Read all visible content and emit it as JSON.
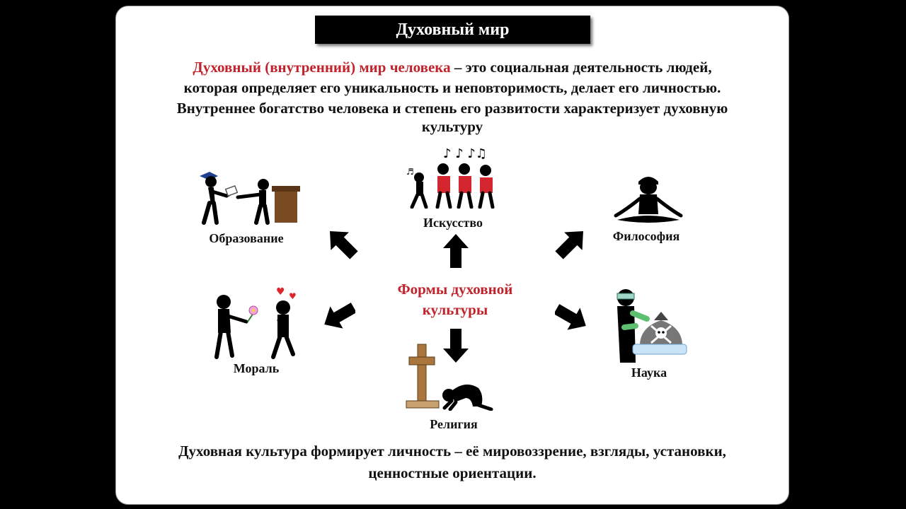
{
  "title": "Духовный мир",
  "intro": {
    "term": "Духовный (внутренний) мир человека",
    "line1_rest": " – это социальная деятельность людей,",
    "line2": "которая определяет его уникальность и неповторимость, делает его личностью.",
    "line3": "Внутреннее богатство человека и степень его развитости характеризует духовную",
    "line4": "культуру"
  },
  "center": {
    "line1": "Формы духовной",
    "line2": "культуры"
  },
  "forms": {
    "education": "Образование",
    "art": "Искусство",
    "philosophy": "Философия",
    "morality": "Мораль",
    "science": "Наука",
    "religion": "Религия"
  },
  "conclusion": {
    "line1": "Духовная культура формирует личность – её мировоззрение, взгляды, установки,",
    "line2": "ценностные ориентации."
  },
  "colors": {
    "accent": "#c0232b",
    "title_bg": "#000000",
    "background": "#ffffff"
  }
}
